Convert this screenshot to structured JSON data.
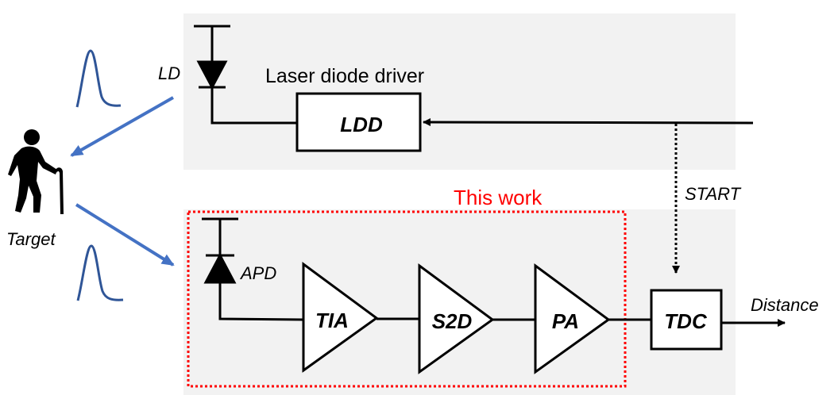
{
  "labels": {
    "ld": "LD",
    "laser_diode_driver": "Laser diode driver",
    "ldd": "LDD",
    "start": "START",
    "this_work": "This work",
    "target": "Target",
    "apd": "APD",
    "tia": "TIA",
    "s2d": "S2D",
    "pa": "PA",
    "tdc": "TDC",
    "distance": "Distance"
  },
  "colors": {
    "panel": "#f2f2f2",
    "line": "#000000",
    "arrow": "#4472c4",
    "pulse": "#2f5597",
    "highlight": "#ff0000"
  }
}
